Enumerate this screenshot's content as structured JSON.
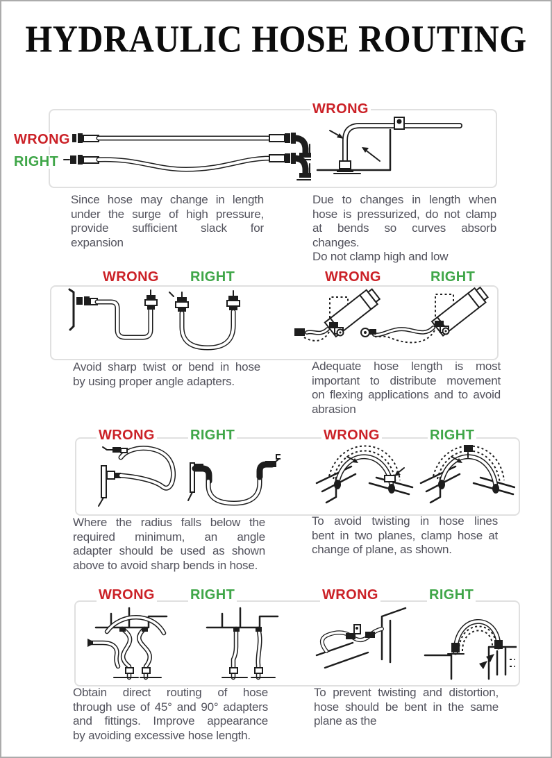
{
  "page": {
    "title": "HYDRAULIC HOSE ROUTING"
  },
  "labels": {
    "wrong": "WRONG",
    "right": "RIGHT"
  },
  "colors": {
    "wrong_red": "#cb2127",
    "right_green": "#3fa648",
    "caption_gray": "#52525c",
    "ink": "#1d1d1d",
    "panel_border": "#e0e0e0",
    "page_border": "#ababab"
  },
  "sections": [
    {
      "name": "slack-for-expansion",
      "lines": [
        "Since hose may change in length",
        "under the surge of high pressure,",
        "provide sufficient slack for",
        "expansion"
      ]
    },
    {
      "name": "no-clamp-at-bends",
      "lines": [
        "Due to changes in length when",
        "hose is pressurized, do not clamp",
        "at bends so curves absorb changes.",
        "Do not clamp high and low"
      ]
    },
    {
      "name": "angle-adapters",
      "lines": [
        "Avoid sharp twist or bend in hose",
        "by using proper angle adapters."
      ]
    },
    {
      "name": "adequate-length",
      "lines": [
        "Adequate hose length is most",
        "important to distribute movement",
        "on flexing applications and to avoid",
        "abrasion"
      ]
    },
    {
      "name": "min-bend-radius",
      "lines": [
        "Where the radius falls below the",
        "required minimum, an angle",
        "adapter should be used as shown",
        "above to avoid sharp bends in hose."
      ]
    },
    {
      "name": "clamp-at-plane-change",
      "lines": [
        "To avoid twisting in hose lines",
        "bent in two planes, clamp hose at",
        "change of plane, as shown."
      ]
    },
    {
      "name": "direct-routing",
      "lines": [
        "Obtain direct routing of hose",
        "through use of 45° and 90° adapters",
        "and fittings. Improve appearance",
        "by avoiding excessive hose length."
      ]
    },
    {
      "name": "bend-same-plane",
      "lines": [
        "To prevent twisting and distortion,",
        "hose should be bent in the same",
        "plane as the"
      ]
    }
  ]
}
